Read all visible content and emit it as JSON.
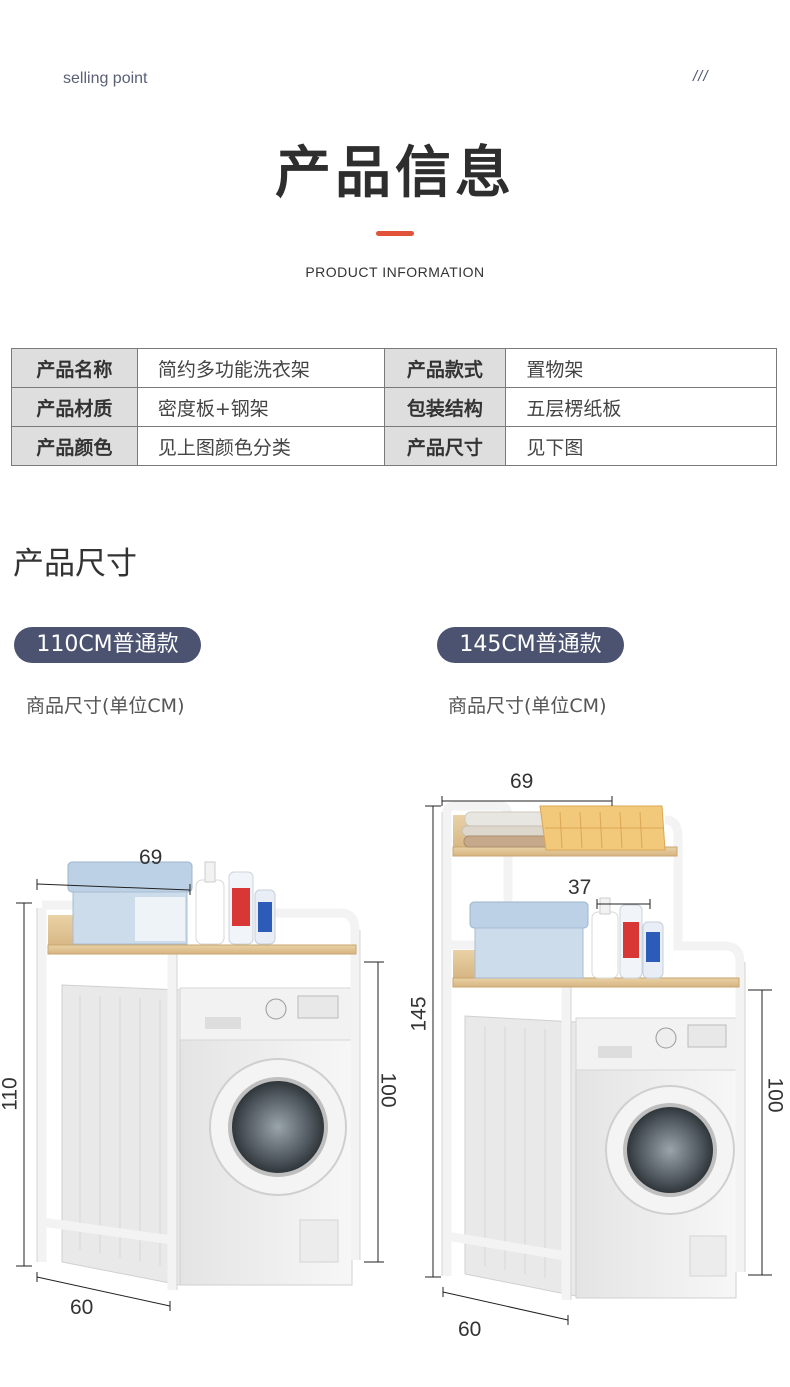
{
  "header": {
    "selling_point": "selling point",
    "slashes": "///",
    "title": "产品信息",
    "subtitle": "PRODUCT INFORMATION",
    "accent_color": "#e0533a"
  },
  "info_table": {
    "rows": [
      {
        "k1": "产品名称",
        "v1": "简约多功能洗衣架",
        "k2": "产品款式",
        "v2": "置物架"
      },
      {
        "k1": "产品材质",
        "v1": "密度板+钢架",
        "k2": "包装结构",
        "v2": "五层楞纸板"
      },
      {
        "k1": "产品颜色",
        "v1": "见上图颜色分类",
        "k2": "产品尺寸",
        "v2": "见下图"
      }
    ]
  },
  "dimensions": {
    "section_title": "产品尺寸",
    "pill_color": "#4b5370",
    "models": [
      {
        "badge": "110CM普通款",
        "unit_note": "商品尺寸(单位CM)",
        "width": "69",
        "height": "110",
        "inner_height": "100",
        "depth": "60"
      },
      {
        "badge": "145CM普通款",
        "unit_note": "商品尺寸(单位CM)",
        "width": "69",
        "mid_width": "37",
        "height": "145",
        "inner_height": "100",
        "depth": "60"
      }
    ]
  }
}
